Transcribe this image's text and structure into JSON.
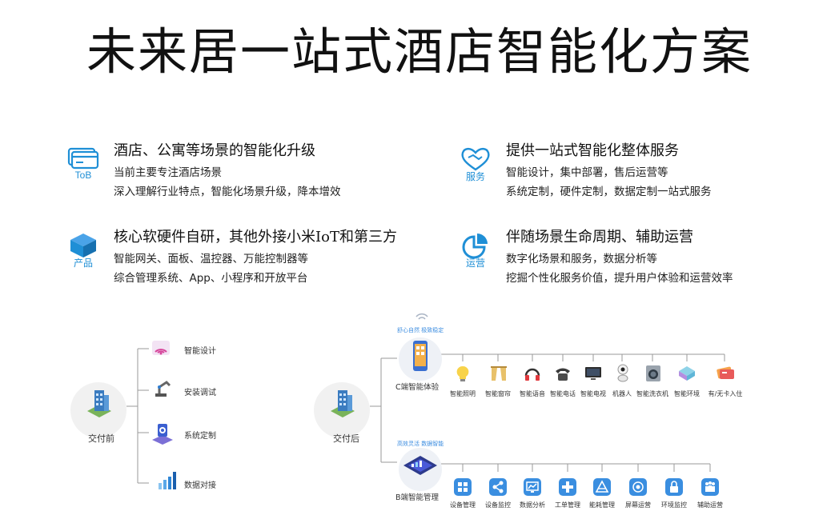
{
  "title": "未来居一站式酒店智能化方案",
  "features": [
    {
      "icon": "card-icon",
      "icon_caption": "ToB",
      "heading": "酒店、公寓等场景的智能化升级",
      "lines": [
        "当前主要专注酒店场景",
        "深入理解行业特点，智能化场景升级，降本增效"
      ]
    },
    {
      "icon": "heart-handshake-icon",
      "icon_caption": "服务",
      "heading": "提供一站式智能化整体服务",
      "lines": [
        "智能设计，集中部署，售后运营等",
        "系统定制，硬件定制，数据定制一站式服务"
      ]
    },
    {
      "icon": "cube-icon",
      "icon_caption": "产品",
      "heading": "核心软硬件自研，其他外接小米IoT和第三方",
      "lines": [
        "智能网关、面板、温控器、万能控制器等",
        "综合管理系统、App、小程序和开放平台"
      ]
    },
    {
      "icon": "pie-chart-icon",
      "icon_caption": "运营",
      "heading": "伴随场景生命周期、辅助运营",
      "lines": [
        "数字化场景和服务，数据分析等",
        "挖掘个性化服务价值，提升用户体验和运营效率"
      ]
    }
  ],
  "before": {
    "label": "交付前",
    "branches": [
      "智能设计",
      "安装调试",
      "系统定制",
      "数据对接"
    ]
  },
  "after": {
    "label": "交付后",
    "c_side": {
      "label": "C端智能体验",
      "tags": "舒心自然  极致稳定",
      "items": [
        "智能照明",
        "智能窗帘",
        "智能语音",
        "智能电话",
        "智能电视",
        "机器人",
        "智能洗衣机",
        "智能环境",
        "有/无卡入住"
      ]
    },
    "b_side": {
      "label": "B端智能管理",
      "tags": "高效灵活  数据智能",
      "items": [
        "设备管理",
        "设备监控",
        "数据分析",
        "工单管理",
        "能耗管理",
        "屏幕运营",
        "环境监控",
        "辅助运营"
      ]
    }
  },
  "colors": {
    "accent_blue": "#1f8fd6",
    "tile_blue": "#3a8ee0",
    "line_gray": "#9a9a9a"
  }
}
